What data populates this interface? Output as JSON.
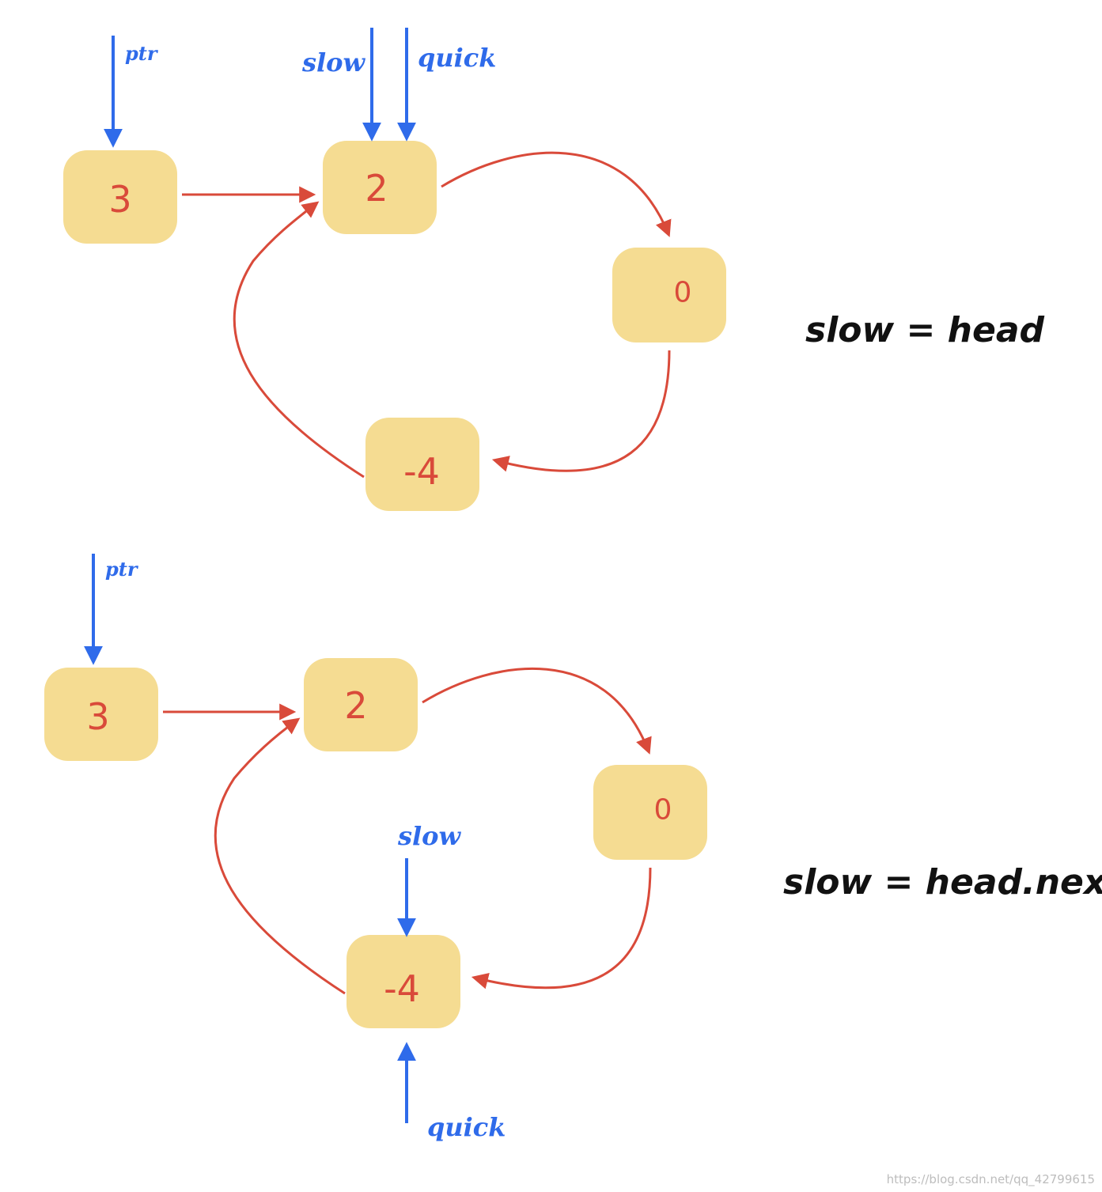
{
  "colors": {
    "node_fill": "#f5dc92",
    "node_text": "#d94a3a",
    "edge": "#d94a3a",
    "pointer": "#2f6bea",
    "caption": "#111111"
  },
  "top": {
    "nodes": [
      {
        "id": "3",
        "label": "3"
      },
      {
        "id": "2",
        "label": "2"
      },
      {
        "id": "0",
        "label": "0"
      },
      {
        "id": "-4",
        "label": "-4"
      }
    ],
    "pointers": [
      {
        "label": "ptr",
        "target": "3"
      },
      {
        "label": "slow",
        "target": "2"
      },
      {
        "label": "quick",
        "target": "2"
      }
    ],
    "caption": "slow = head"
  },
  "bottom": {
    "nodes": [
      {
        "id": "3",
        "label": "3"
      },
      {
        "id": "2",
        "label": "2"
      },
      {
        "id": "0",
        "label": "0"
      },
      {
        "id": "-4",
        "label": "-4"
      }
    ],
    "pointers": [
      {
        "label": "ptr",
        "target": "3"
      },
      {
        "label": "slow",
        "target": "-4"
      },
      {
        "label": "quick",
        "target": "-4"
      }
    ],
    "caption": "slow = head.next"
  },
  "edges": [
    {
      "from": "3",
      "to": "2"
    },
    {
      "from": "2",
      "to": "0"
    },
    {
      "from": "0",
      "to": "-4"
    },
    {
      "from": "-4",
      "to": "2"
    }
  ],
  "watermark": "https://blog.csdn.net/qq_42799615"
}
